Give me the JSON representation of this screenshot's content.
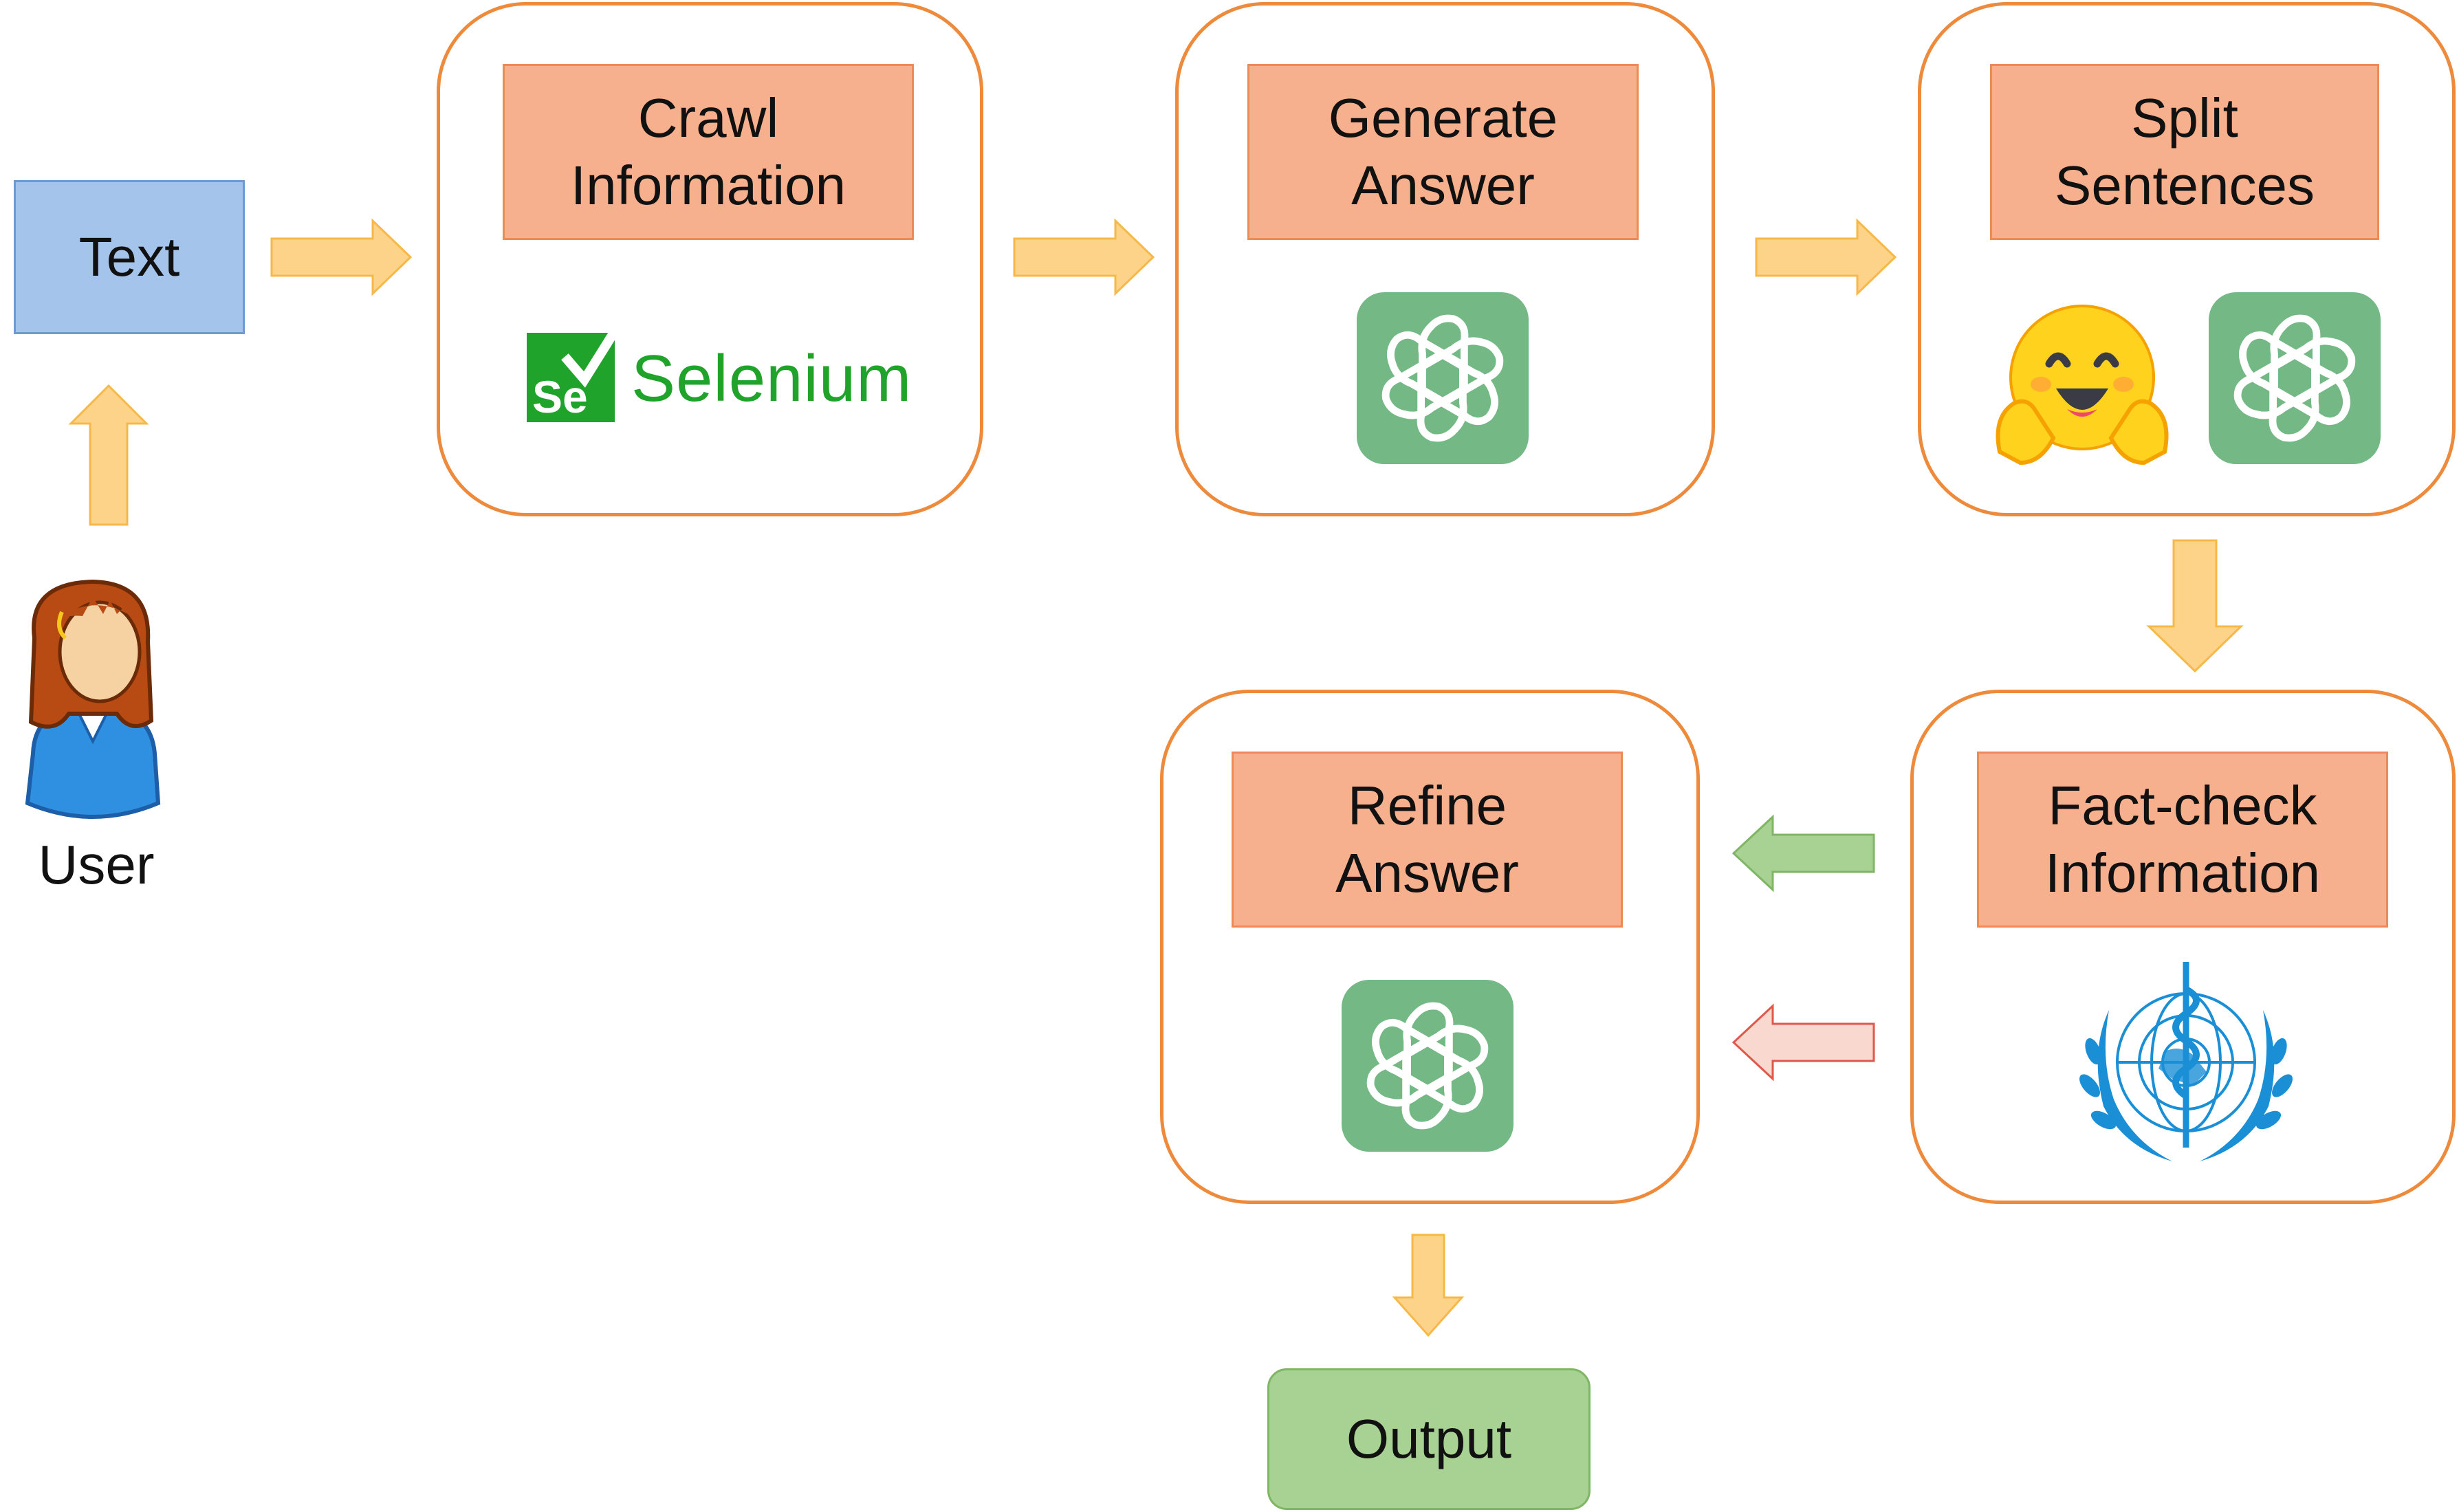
{
  "user": {
    "label": "User"
  },
  "input": {
    "label": "Text"
  },
  "steps": [
    {
      "title": "Crawl\nInformation",
      "tools": [
        "selenium-logo"
      ]
    },
    {
      "title": "Generate\nAnswer",
      "tools": [
        "chatgpt-logo"
      ]
    },
    {
      "title": "Split\nSentences",
      "tools": [
        "hugging-face-logo",
        "chatgpt-logo"
      ]
    },
    {
      "title": "Fact-check\nInformation",
      "tools": [
        "who-logo"
      ]
    },
    {
      "title": "Refine\nAnswer",
      "tools": [
        "chatgpt-logo"
      ]
    }
  ],
  "selenium": {
    "badge": "Se",
    "name": "Selenium"
  },
  "output": {
    "label": "Output"
  },
  "colors": {
    "stage_border": "#ee8a3c",
    "title_fill": "#f6b08d",
    "input_fill": "#a5c4eb",
    "output_fill": "#a8d194",
    "flow_arrow": "#fdd38a",
    "feedback_pass_arrow": "#a8d194",
    "feedback_fail_arrow": "#f9d9cf",
    "chatgpt_tile": "#74b985",
    "selenium_green": "#1fa32a",
    "who_blue": "#1a8fd6"
  }
}
